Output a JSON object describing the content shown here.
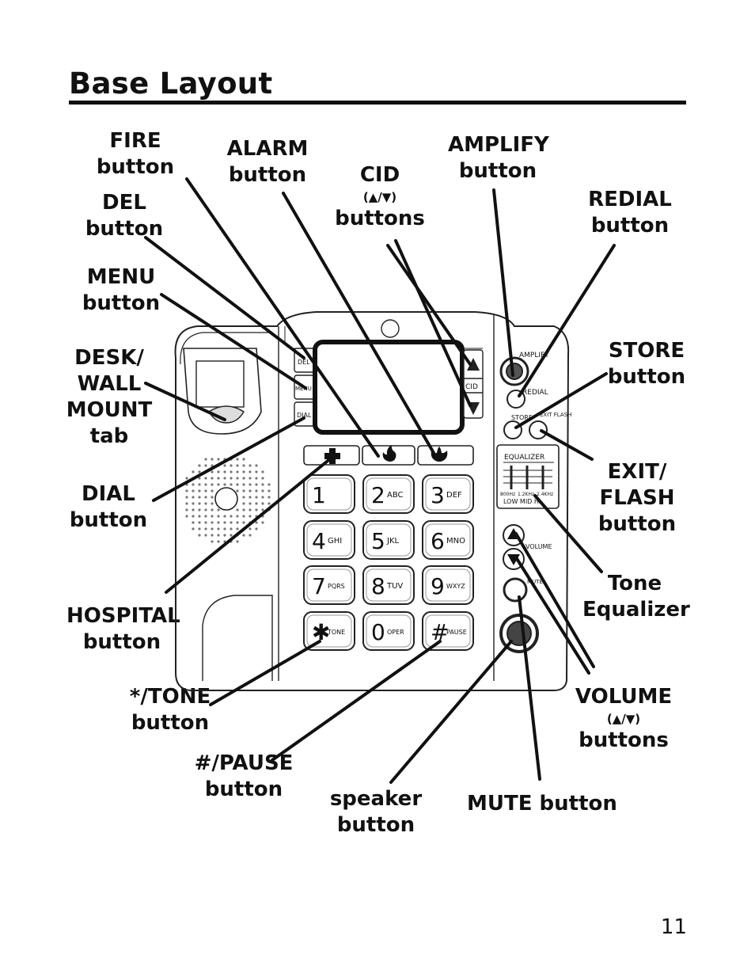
{
  "page": {
    "title": "Base Layout",
    "page_number": "11"
  },
  "labels": {
    "fire": [
      "FIRE",
      "button"
    ],
    "del": [
      "DEL",
      "button"
    ],
    "menu": [
      "MENU",
      "button"
    ],
    "desk_wall": [
      "DESK/",
      "WALL",
      "MOUNT",
      "tab"
    ],
    "dial": [
      "DIAL",
      "button"
    ],
    "hospital": [
      "HOSPITAL",
      "button"
    ],
    "tone": [
      "*/TONE",
      "button"
    ],
    "pause": [
      "#/PAUSE",
      "button"
    ],
    "speaker": [
      "speaker",
      "button"
    ],
    "mute": "MUTE button",
    "alarm": [
      "ALARM",
      "button"
    ],
    "cid": [
      "CID",
      "(▲/▼)",
      "buttons"
    ],
    "amplify": [
      "AMPLIFY",
      "button"
    ],
    "redial": [
      "REDIAL",
      "button"
    ],
    "store": [
      "STORE",
      "button"
    ],
    "exit_flash": [
      "EXIT/",
      "FLASH",
      "button"
    ],
    "tone_eq": [
      "Tone",
      "Equalizer"
    ],
    "volume": [
      "VOLUME",
      "(▲/▼)",
      "buttons"
    ]
  },
  "phone": {
    "left_keys": [
      "DEL",
      "MENU",
      "DIAL"
    ],
    "cid_key": "CID",
    "amplify_key": "AMPLIFY",
    "redial_key": "REDIAL",
    "store_key": "STORE",
    "exit_flash_key": "EXIT FLASH",
    "equalizer_title": "EQUALIZER",
    "eq_freqs": [
      "800Hz",
      "1.2KHz",
      "2.4KHz"
    ],
    "eq_bands": "LOW MID HI",
    "volume_key": "VOLUME",
    "mute_key": "MUTE",
    "keypad": [
      {
        "digit": "1",
        "letters": ""
      },
      {
        "digit": "2",
        "letters": "ABC"
      },
      {
        "digit": "3",
        "letters": "DEF"
      },
      {
        "digit": "4",
        "letters": "GHI"
      },
      {
        "digit": "5",
        "letters": "JKL"
      },
      {
        "digit": "6",
        "letters": "MNO"
      },
      {
        "digit": "7",
        "letters": "PQRS"
      },
      {
        "digit": "8",
        "letters": "TUV"
      },
      {
        "digit": "9",
        "letters": "WXYZ"
      },
      {
        "digit": "✱",
        "letters": "TONE"
      },
      {
        "digit": "0",
        "letters": "OPER"
      },
      {
        "digit": "#",
        "letters": "PAUSE"
      }
    ]
  }
}
